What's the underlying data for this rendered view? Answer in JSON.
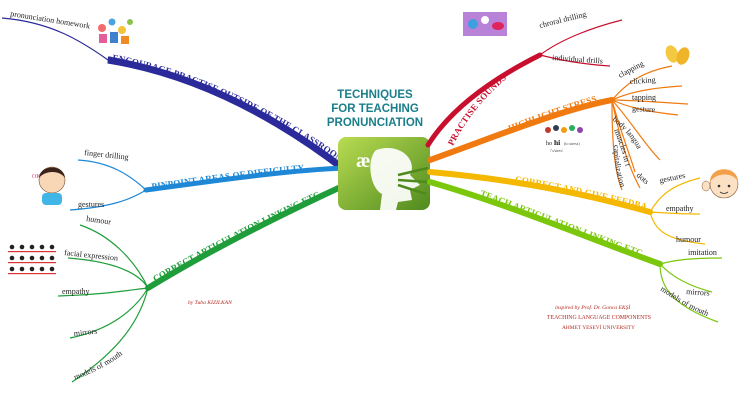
{
  "title": {
    "line1": "TECHNIQUES",
    "line2": "FOR TEACHING",
    "line3": "PRONUNCIATION"
  },
  "logo": {
    "symbol": "æ",
    "icon": "speaking-head-logo"
  },
  "branches": {
    "encourage": {
      "label": "ENCOURAGE PRACTISE OUTSIDE OF THE CLASSROOM",
      "color": "#2a2a9a",
      "leaves": [
        "pronunciation homework"
      ]
    },
    "pinpoint": {
      "label": "PINPOINT AREAS OF DIFFICULTY",
      "color": "#1e88d6",
      "leaves": [
        "finger drilling",
        "gestures"
      ]
    },
    "correct_left": {
      "label": "CORRECT ARTICULATION,LINKING ETC.",
      "color": "#1f9d3a",
      "leaves": [
        "humour",
        "facial expression",
        "empathy",
        "mirrors",
        "models of mouth"
      ]
    },
    "practise": {
      "label": "PRACTISE SOUNDS",
      "color": "#c8102e",
      "leaves": [
        "chroral drilling",
        "individual drills"
      ]
    },
    "highlight": {
      "label": "HIGHLIGHT STRESS",
      "color": "#f07a10",
      "leaves": [
        "clapping",
        "clicking",
        "tapping",
        "gesture",
        "body language",
        "muscles in the air",
        "dots",
        "capitalization"
      ]
    },
    "feedback": {
      "label": "CORRECT AND GIVE FEEDBACK",
      "color": "#f5b800",
      "leaves": [
        "gestures",
        "empathy",
        "humour"
      ]
    },
    "teach": {
      "label": "TEACH ARTICULATION,LINKING ETC..",
      "color": "#7ac70c",
      "leaves": [
        "imitation",
        "mirrors",
        "models of mouth"
      ]
    }
  },
  "stress_image": {
    "word": "ho",
    "stressed": "hi",
    "tail": "(to stress)",
    "ipa": "/'ʌ'stres/"
  },
  "credits": {
    "author": "by Tuba KIZILKAN",
    "inspired": "inspired by Prof. Dr. Gonca EKŞİ",
    "course": "TEACHING LANGUAGE COMPONENTS",
    "university": "AHMET YESEVİ UNIVERSITY"
  },
  "colors": {
    "title": "#1a7f8a",
    "logo_light": "#a6cf3e",
    "logo_dark": "#4f8a1e",
    "credit_red": "#b5281e",
    "credit_grey": "#888888"
  }
}
